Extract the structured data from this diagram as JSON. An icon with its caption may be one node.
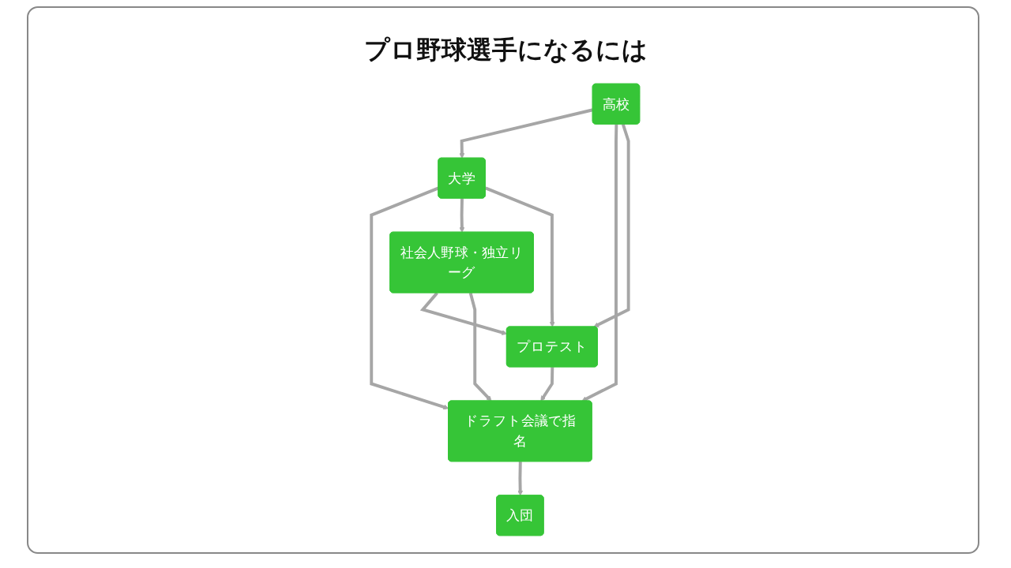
{
  "diagram": {
    "title": "プロ野球選手になるには",
    "nodes": [
      {
        "text": [
          "高校"
        ]
      },
      {
        "text": [
          "大学"
        ]
      },
      {
        "text": [
          "社会人野球・独立リーグ"
        ]
      },
      {
        "text": [
          "プロテスト"
        ]
      },
      {
        "text": [
          "ドラフト会議で指名"
        ]
      },
      {
        "text": [
          "入団"
        ]
      }
    ],
    "edges": [
      {
        "from": 0,
        "to": 1,
        "arrow": "to"
      },
      {
        "from": 0,
        "to": 4,
        "arrow": "to"
      },
      {
        "from": 0,
        "to": 3,
        "arrow": "to"
      },
      {
        "from": 1,
        "to": 4,
        "arrow": "to"
      },
      {
        "from": 1,
        "to": 2,
        "arrow": "to"
      },
      {
        "from": 1,
        "to": 3,
        "arrow": "to"
      },
      {
        "from": 2,
        "to": 3,
        "arrow": "to"
      },
      {
        "from": 2,
        "to": 4,
        "arrow": "to"
      },
      {
        "from": 3,
        "to": 4,
        "arrow": "to"
      },
      {
        "from": 4,
        "to": 5,
        "arrow": "to"
      }
    ]
  }
}
